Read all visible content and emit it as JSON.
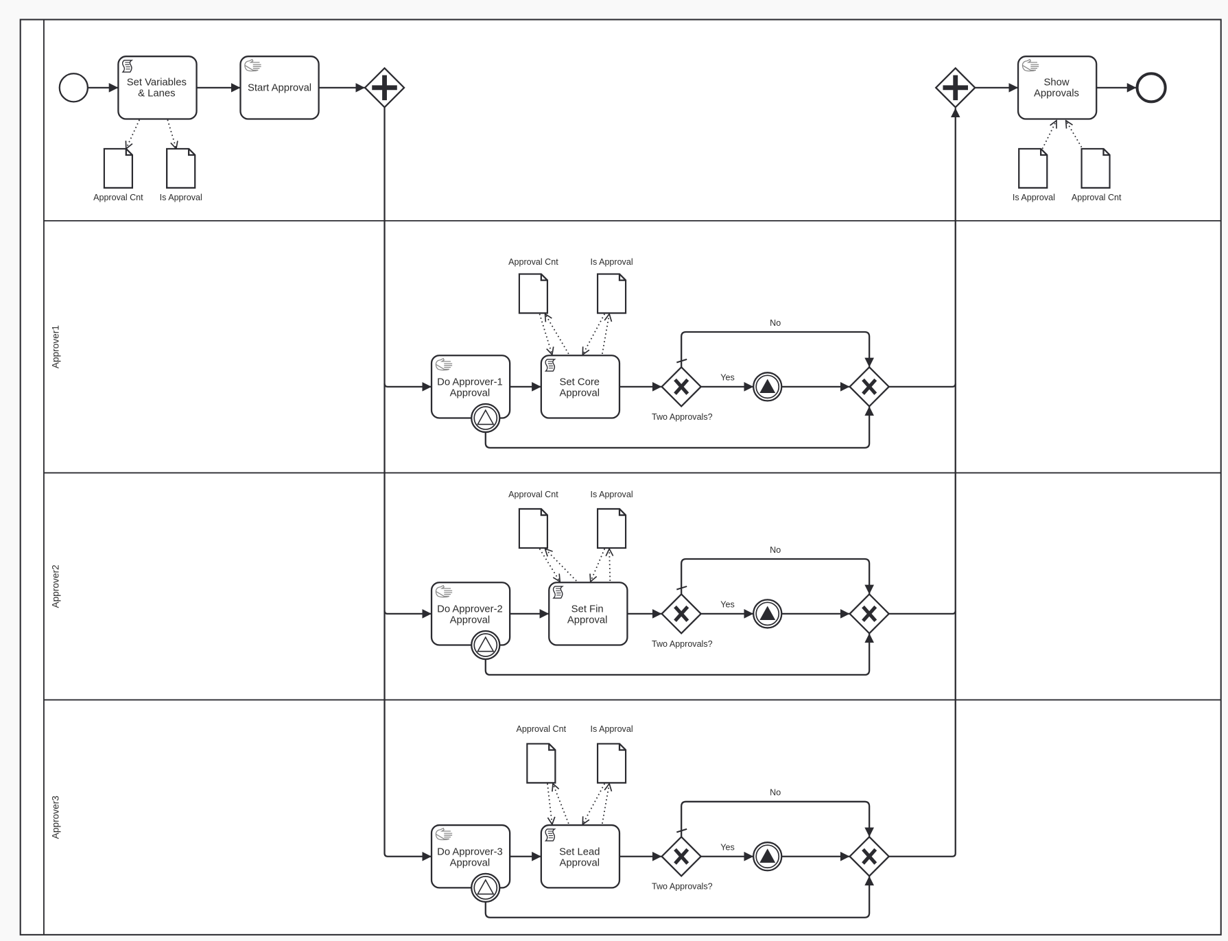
{
  "pool": {
    "lanes": [
      {
        "id": "main",
        "label": ""
      },
      {
        "id": "approver1",
        "label": "Approver1"
      },
      {
        "id": "approver2",
        "label": "Approver2"
      },
      {
        "id": "approver3",
        "label": "Approver3"
      }
    ]
  },
  "main_lane": {
    "start_event": "start-event",
    "tasks": [
      {
        "id": "set-variables",
        "type": "script",
        "label_lines": [
          "Set Variables",
          "& Lanes"
        ]
      },
      {
        "id": "start-approval",
        "type": "user",
        "label_lines": [
          "Start Approval"
        ]
      },
      {
        "id": "show-approvals",
        "type": "user",
        "label_lines": [
          "Show",
          "Approvals"
        ]
      }
    ],
    "gateways": [
      {
        "id": "parallel-split",
        "type": "parallel"
      },
      {
        "id": "parallel-join",
        "type": "parallel"
      }
    ],
    "end_event": "end-event",
    "data_objects": [
      {
        "id": "set-vars-approval-cnt",
        "label": "Approval Cnt"
      },
      {
        "id": "set-vars-is-approval",
        "label": "Is Approval"
      },
      {
        "id": "show-is-approval",
        "label": "Is Approval"
      },
      {
        "id": "show-approval-cnt",
        "label": "Approval Cnt"
      }
    ]
  },
  "approver_lanes": [
    {
      "user_task": [
        "Do Approver-1",
        "Approval"
      ],
      "script_task": [
        "Set Core",
        "Approval"
      ],
      "data_objects": [
        "Approval Cnt",
        "Is Approval"
      ],
      "decision_label": "Two Approvals?",
      "yes_label": "Yes",
      "no_label": "No"
    },
    {
      "user_task": [
        "Do Approver-2",
        "Approval"
      ],
      "script_task": [
        "Set Fin",
        "Approval"
      ],
      "data_objects": [
        "Approval Cnt",
        "Is Approval"
      ],
      "decision_label": "Two Approvals?",
      "yes_label": "Yes",
      "no_label": "No"
    },
    {
      "user_task": [
        "Do Approver-3",
        "Approval"
      ],
      "script_task": [
        "Set Lead",
        "Approval"
      ],
      "data_objects": [
        "Approval Cnt",
        "Is Approval"
      ],
      "decision_label": "Two Approvals?",
      "yes_label": "Yes",
      "no_label": "No"
    }
  ],
  "colors": {
    "stroke": "#2b2b30",
    "background": "#f9f9f9",
    "canvas": "#ffffff",
    "icon_gray": "#8a8a8a"
  }
}
